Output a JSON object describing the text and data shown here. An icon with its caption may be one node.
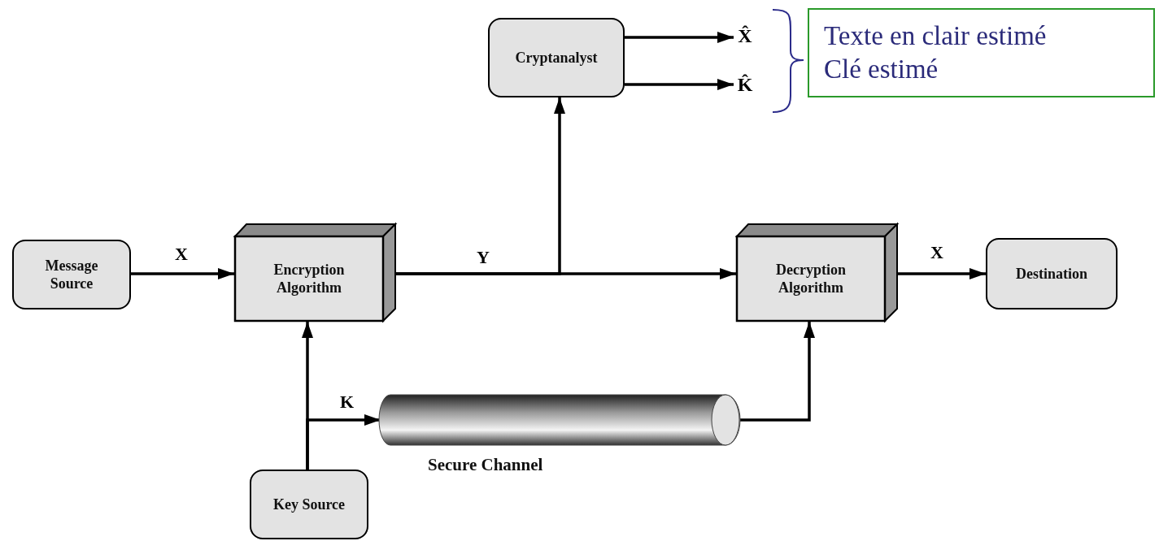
{
  "diagram": {
    "nodes": [
      {
        "text": [
          "Message Source"
        ]
      },
      {
        "text": [
          "Encryption Algorithm"
        ]
      },
      {
        "text": [
          "Cryptanalyst"
        ]
      },
      {
        "text": [
          "Decryption Algorithm"
        ]
      },
      {
        "text": [
          "Destination"
        ]
      },
      {
        "text": [
          "Key Source"
        ]
      },
      {
        "text": [
          "Secure Channel"
        ]
      },
      {
        "text": [
          "X̂"
        ]
      },
      {
        "text": [
          "K̂"
        ]
      },
      {
        "text": [
          "Texte en clair estimé",
          "Clé estimé"
        ]
      }
    ],
    "edges": [
      {
        "from": 0,
        "to": 1,
        "arrow": "to",
        "label": "X"
      },
      {
        "from": 1,
        "to": 3,
        "arrow": "to",
        "label": "Y"
      },
      {
        "from": 1,
        "to": 2,
        "arrow": "to"
      },
      {
        "from": 2,
        "to": 7,
        "arrow": "to"
      },
      {
        "from": 2,
        "to": 8,
        "arrow": "to"
      },
      {
        "from": 5,
        "to": 1,
        "arrow": "to"
      },
      {
        "from": 5,
        "to": 6,
        "arrow": "to",
        "label": "K"
      },
      {
        "from": 6,
        "to": 3,
        "arrow": "to"
      },
      {
        "from": 3,
        "to": 4,
        "arrow": "to",
        "label": "X"
      }
    ]
  }
}
